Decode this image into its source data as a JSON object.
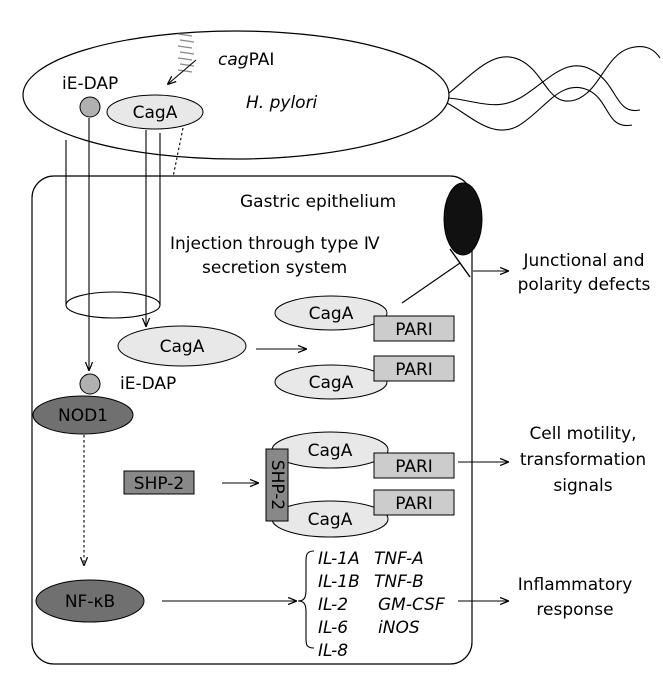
{
  "bacterium": {
    "name": "H. pylori",
    "gene_cluster_prefix": "cag",
    "gene_cluster_suffix": "PAI",
    "ligand": "iE-DAP",
    "effector": "CagA"
  },
  "cell": {
    "name": "Gastric epithelium",
    "injection_line1": "Injection through type Ⅳ",
    "injection_line2": "secretion system"
  },
  "molecules": {
    "cagA": "CagA",
    "pari": "PARI",
    "ie_dap": "iE-DAP",
    "nod1": "NOD1",
    "shp2": "SHP-2",
    "nfkb": "NF-κB"
  },
  "genes": {
    "left": [
      "IL-1A",
      "IL-1B",
      "IL-2",
      "IL-6",
      "IL-8"
    ],
    "right": [
      "TNF-A",
      "TNF-B",
      "GM-CSF",
      "iNOS"
    ]
  },
  "outcomes": {
    "junctional": [
      "Junctional and",
      "polarity defects"
    ],
    "motility": [
      "Cell motility,",
      "transformation",
      "signals"
    ],
    "inflammatory": [
      "Inflammatory",
      "response"
    ]
  },
  "colors": {
    "light_fill": "#e8e8e8",
    "pari_fill": "#cccccc",
    "shp2_fill": "#888888",
    "dark_fill": "#707070",
    "junction_fill": "#111111",
    "ie_dap_fill": "#b0b0b0",
    "stroke": "#000000"
  }
}
